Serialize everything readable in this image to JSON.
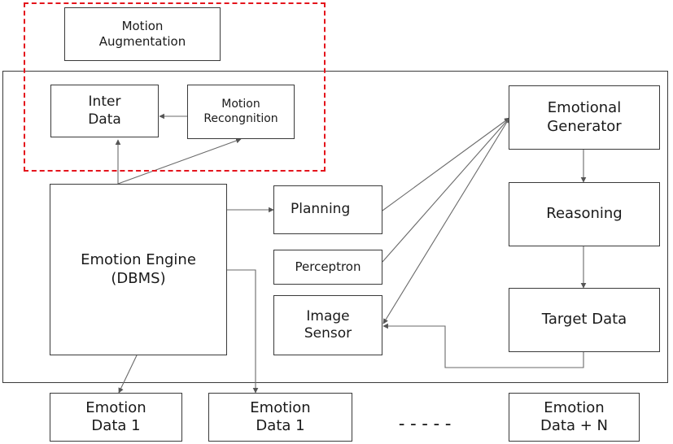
{
  "nodes": {
    "motion_augmentation": "Motion\nAugmentation",
    "inter_data": "Inter\nData",
    "motion_recognition": "Motion\nRecongnition",
    "emotion_engine": "Emotion Engine\n(DBMS)",
    "planning": "Planning",
    "perceptron": "Perceptron",
    "image_sensor": "Image\nSensor",
    "emotional_generator": "Emotional\nGenerator",
    "reasoning": "Reasoning",
    "target_data": "Target Data",
    "emotion_data_a": "Emotion\nData 1",
    "emotion_data_b": "Emotion\nData 1",
    "emotion_data_n": "Emotion\nData + N"
  },
  "separator": "-----",
  "colors": {
    "border": "#3a3a3a",
    "highlight_dash": "#e4141c",
    "connector": "#6a6a6a"
  }
}
